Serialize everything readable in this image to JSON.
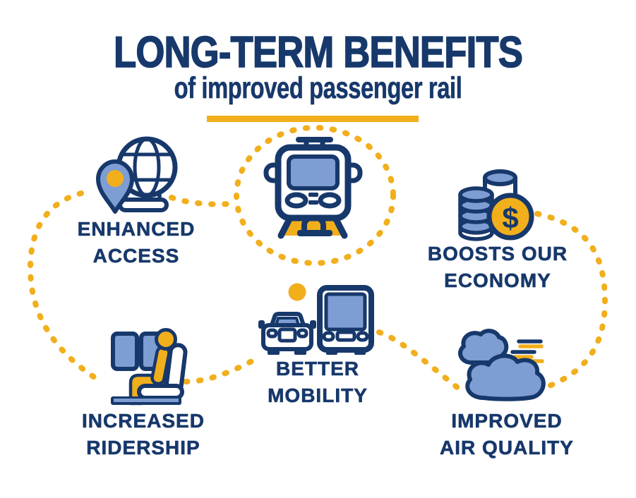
{
  "title": {
    "main": "LONG-TERM BENEFITS",
    "subtitle": "of improved passenger rail"
  },
  "center": {
    "icon": "train-front-icon"
  },
  "benefits": [
    {
      "id": "enhanced-access",
      "lines": [
        "ENHANCED",
        "ACCESS"
      ],
      "icon": "globe-location-pin-icon"
    },
    {
      "id": "boosts-our-economy",
      "lines": [
        "BOOSTS OUR",
        "ECONOMY"
      ],
      "icon": "coin-stacks-dollar-icon"
    },
    {
      "id": "better-mobility",
      "lines": [
        "BETTER",
        "MOBILITY"
      ],
      "icon": "car-and-bus-icon"
    },
    {
      "id": "increased-ridership",
      "lines": [
        "INCREASED",
        "RIDERSHIP"
      ],
      "icon": "passenger-seat-icon"
    },
    {
      "id": "improved-air-quality",
      "lines": [
        "IMPROVED",
        "AIR QUALITY"
      ],
      "icon": "clouds-wind-icon"
    }
  ],
  "icons": {
    "dollar_glyph": "$"
  },
  "colors": {
    "navy": "#17386B",
    "gold": "#F1AF1C",
    "blue": "#7E9DD3",
    "background": "#FFFFFF"
  }
}
